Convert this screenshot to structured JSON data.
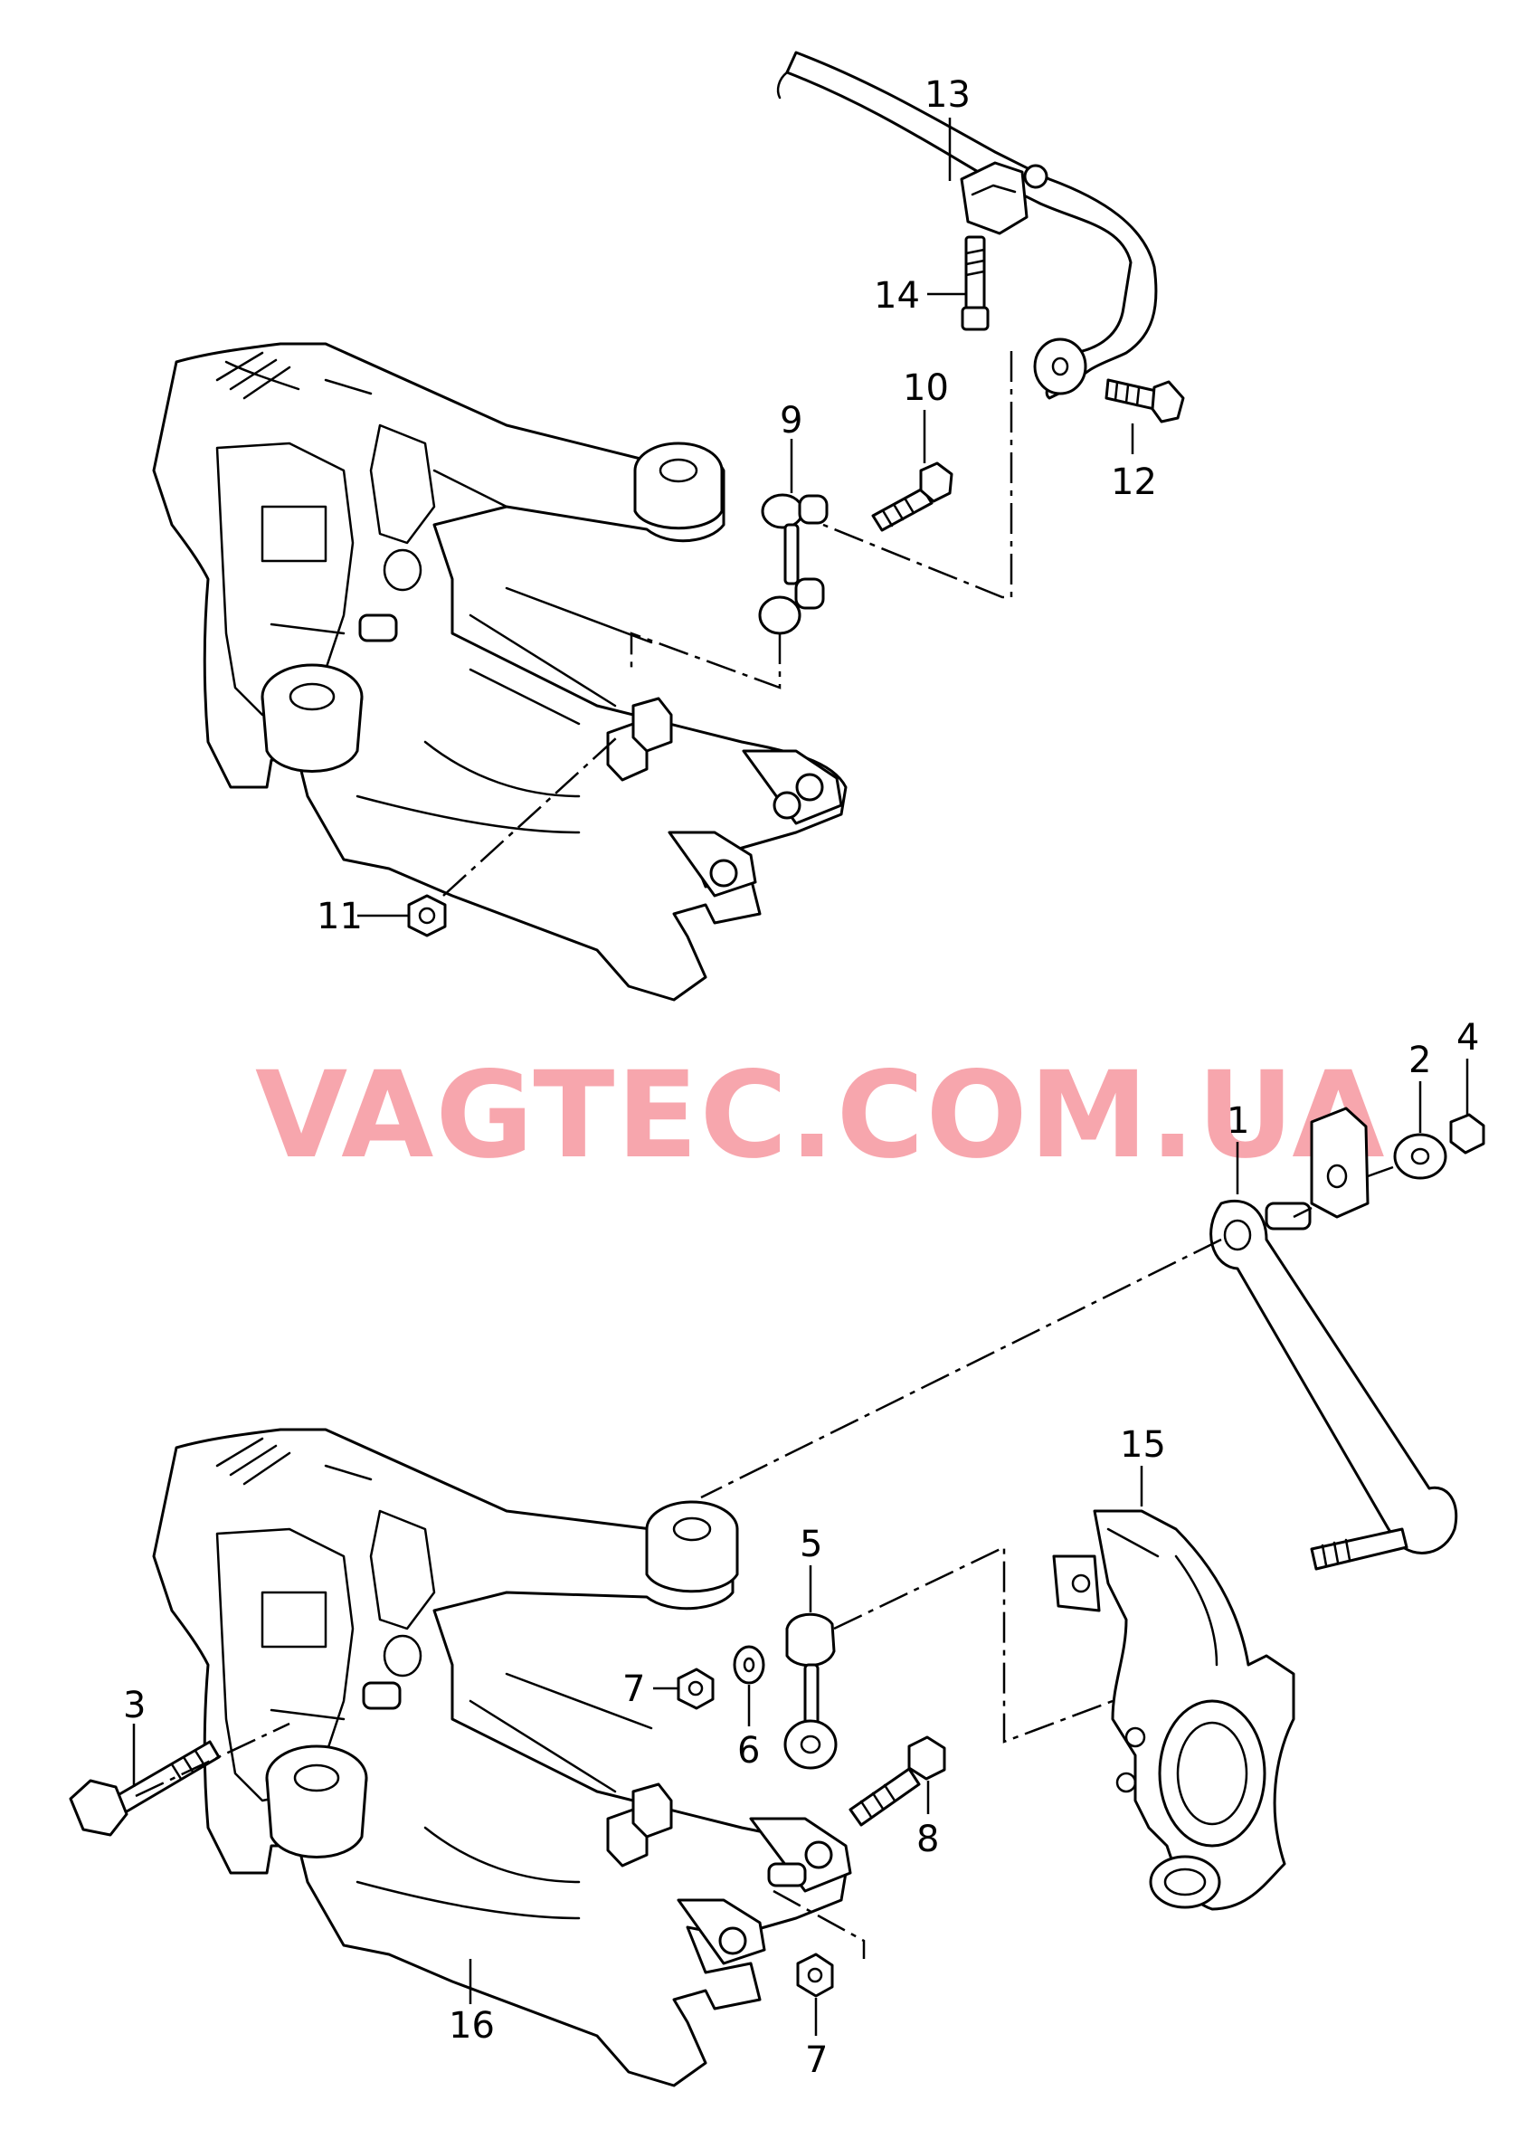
{
  "watermark": "VAGTEC.COM.UA",
  "callouts": {
    "c1": "1",
    "c2": "2",
    "c3": "3",
    "c4": "4",
    "c5": "5",
    "c6": "6",
    "c7a": "7",
    "c7b": "7",
    "c8": "8",
    "c9": "9",
    "c10": "10",
    "c11": "11",
    "c12": "12",
    "c13": "13",
    "c14": "14",
    "c15": "15",
    "c16": "16"
  }
}
